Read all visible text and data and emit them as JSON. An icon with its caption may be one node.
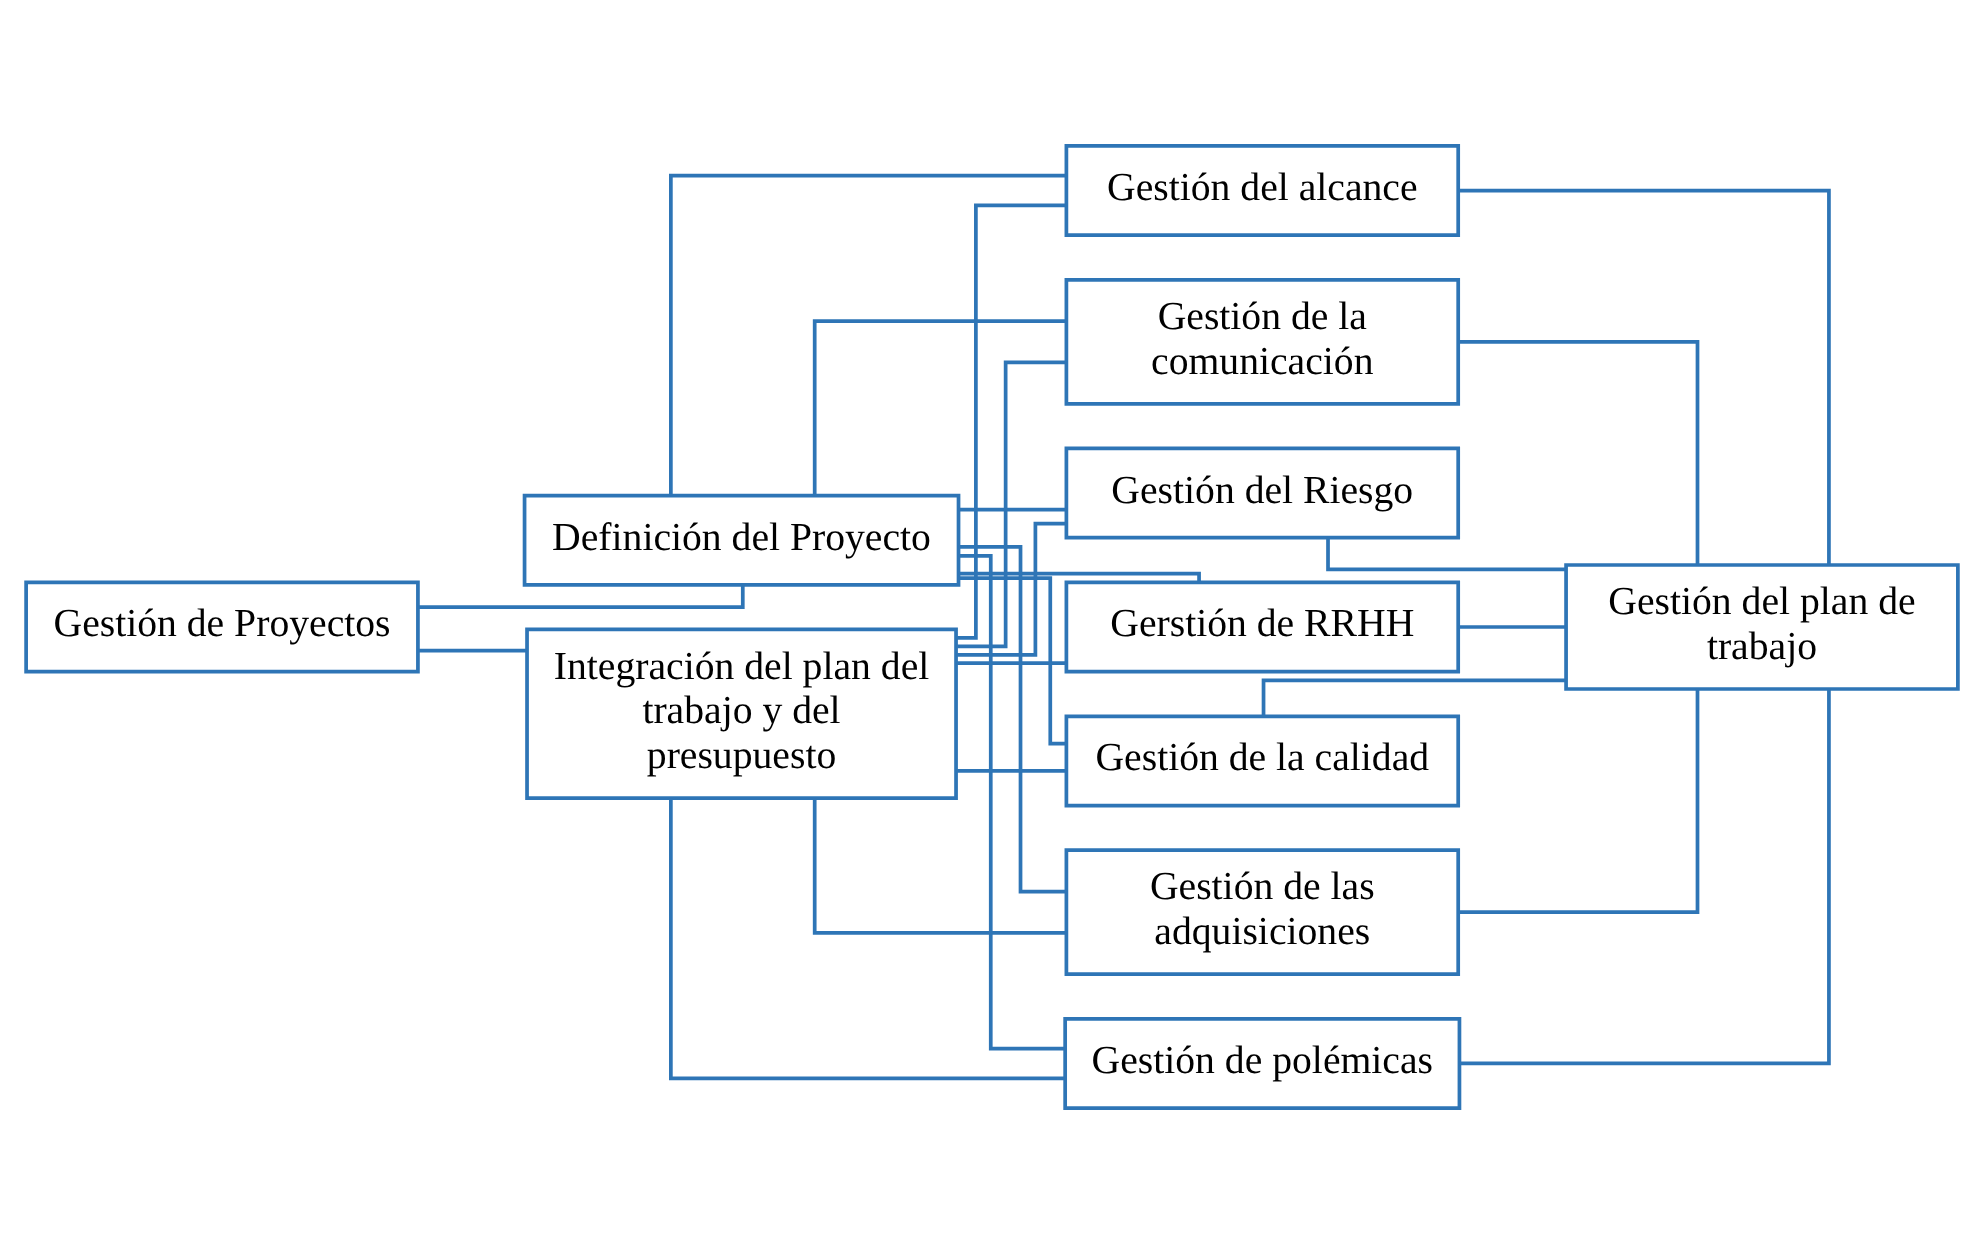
{
  "diagram": {
    "nodes": [
      {
        "text": [
          "Gestión de Proyectos"
        ]
      },
      {
        "text": [
          "Definición del Proyecto"
        ]
      },
      {
        "text": [
          "Integración del plan del trabajo y del presupuesto"
        ]
      },
      {
        "text": [
          "Gestión de polémicas"
        ]
      },
      {
        "text": [
          "Gestión del alcance"
        ]
      },
      {
        "text": [
          "Gestión de la comunicación"
        ]
      },
      {
        "text": [
          "Gestión del Riesgo"
        ]
      },
      {
        "text": [
          "Gerstión de RRHH"
        ]
      },
      {
        "text": [
          "Gestión de la calidad"
        ]
      },
      {
        "text": [
          "Gestión de las adquisiciones"
        ]
      },
      {
        "text": [
          "Gestión del plan de trabajo"
        ]
      }
    ],
    "edges": [
      {
        "from": 0,
        "to": 1,
        "arrow": "none"
      },
      {
        "from": 0,
        "to": 2,
        "arrow": "none"
      },
      {
        "from": 1,
        "to": 3,
        "arrow": "none"
      },
      {
        "from": 1,
        "to": 4,
        "arrow": "none"
      },
      {
        "from": 1,
        "to": 5,
        "arrow": "none"
      },
      {
        "from": 1,
        "to": 6,
        "arrow": "none"
      },
      {
        "from": 1,
        "to": 7,
        "arrow": "none"
      },
      {
        "from": 1,
        "to": 8,
        "arrow": "none"
      },
      {
        "from": 1,
        "to": 9,
        "arrow": "none"
      },
      {
        "from": 2,
        "to": 3,
        "arrow": "none"
      },
      {
        "from": 2,
        "to": 4,
        "arrow": "none"
      },
      {
        "from": 2,
        "to": 5,
        "arrow": "none"
      },
      {
        "from": 2,
        "to": 6,
        "arrow": "none"
      },
      {
        "from": 2,
        "to": 7,
        "arrow": "none"
      },
      {
        "from": 2,
        "to": 8,
        "arrow": "none"
      },
      {
        "from": 2,
        "to": 9,
        "arrow": "none"
      },
      {
        "from": 3,
        "to": 10,
        "arrow": "none"
      },
      {
        "from": 4,
        "to": 10,
        "arrow": "none"
      },
      {
        "from": 5,
        "to": 10,
        "arrow": "none"
      },
      {
        "from": 6,
        "to": 10,
        "arrow": "none"
      },
      {
        "from": 7,
        "to": 10,
        "arrow": "none"
      },
      {
        "from": 8,
        "to": 10,
        "arrow": "none"
      },
      {
        "from": 9,
        "to": 10,
        "arrow": "none"
      }
    ]
  }
}
